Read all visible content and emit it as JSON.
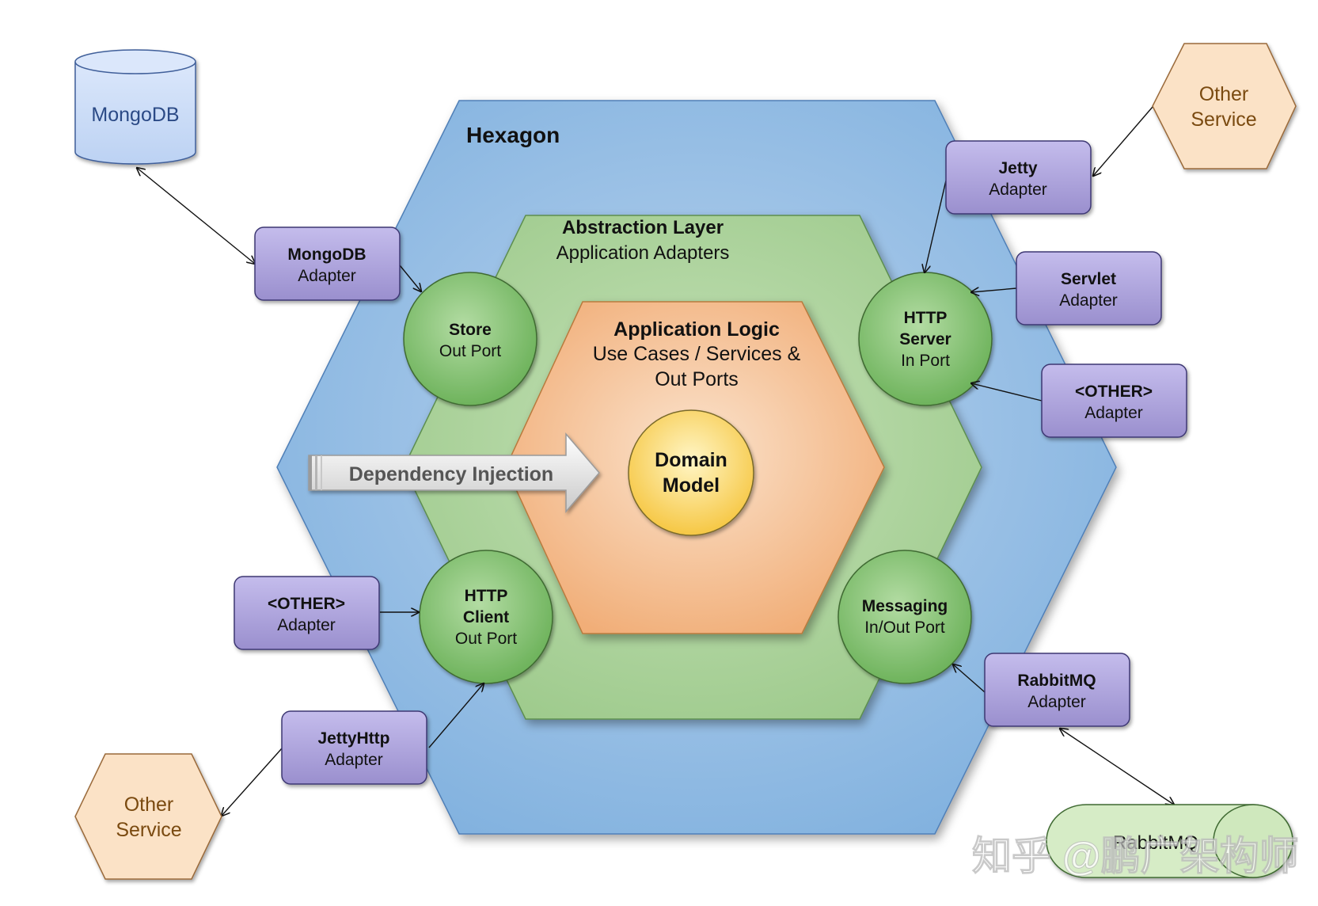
{
  "diagram": {
    "hexagon_title": "Hexagon",
    "abstraction_layer": {
      "title": "Abstraction Layer",
      "subtitle": "Application Adapters"
    },
    "application_logic": {
      "title": "Application Logic",
      "line1": "Use Cases / Services &",
      "line2": "Out Ports"
    },
    "domain_model": {
      "line1": "Domain",
      "line2": "Model"
    },
    "dependency_injection": "Dependency Injection",
    "ports": {
      "store": {
        "line1": "Store",
        "line2": "Out Port"
      },
      "http_server": {
        "line1": "HTTP",
        "line2": "Server",
        "line3": "In Port"
      },
      "http_client": {
        "line1": "HTTP",
        "line2": "Client",
        "line3": "Out Port"
      },
      "messaging": {
        "line1": "Messaging",
        "line2": "In/Out Port"
      }
    },
    "adapters": {
      "mongodb": {
        "line1": "MongoDB",
        "line2": "Adapter"
      },
      "jetty": {
        "line1": "Jetty",
        "line2": "Adapter"
      },
      "servlet": {
        "line1": "Servlet",
        "line2": "Adapter"
      },
      "other_right": {
        "line1": "<OTHER>",
        "line2": "Adapter"
      },
      "other_left": {
        "line1": "<OTHER>",
        "line2": "Adapter"
      },
      "jettyhttp": {
        "line1": "JettyHttp",
        "line2": "Adapter"
      },
      "rabbitmq": {
        "line1": "RabbitMQ",
        "line2": "Adapter"
      }
    },
    "external": {
      "mongodb_db": "MongoDB",
      "other_service_top": {
        "line1": "Other",
        "line2": "Service"
      },
      "other_service_bottom": {
        "line1": "Other",
        "line2": "Service"
      },
      "rabbitmq_queue": "RabbitMQ"
    },
    "watermark": "知乎 @鹏广架构师",
    "colors": {
      "outer_hexagon": "#8fb8e0",
      "abstraction_layer": "#a9d19a",
      "application_logic": "#f4b183",
      "domain_model": "#fcd86a",
      "port": "#79bd6a",
      "adapter": "#a59bd4",
      "database": "#c9dbf5",
      "other_service": "#fbe2c6",
      "queue": "#d6ecc6"
    }
  }
}
